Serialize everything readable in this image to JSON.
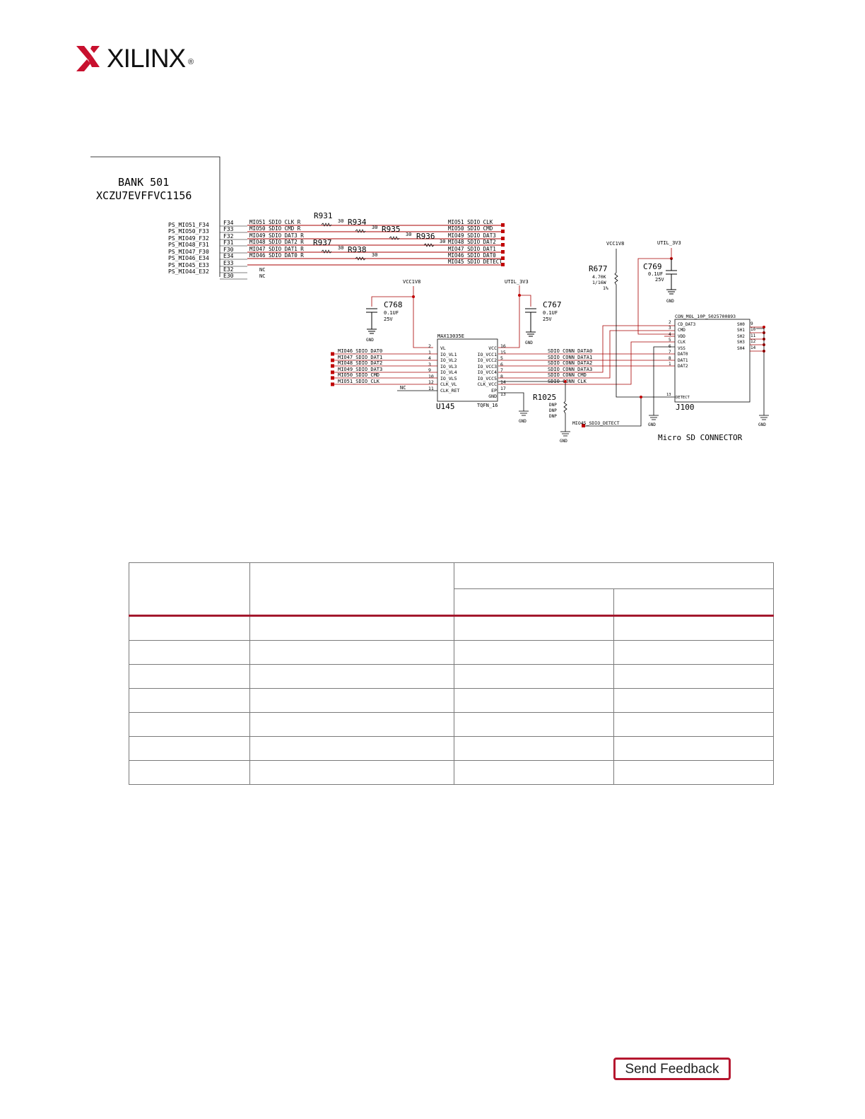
{
  "header": {
    "brand": "XILINX",
    "reg_mark": "®"
  },
  "schematic": {
    "bank_title": "BANK 501",
    "bank_part": "XCZU7EVFFVC1156",
    "ps_pins": [
      "PS_MIO51_F34",
      "PS_MIO50_F33",
      "PS_MIO49_F32",
      "PS_MIO48_F31",
      "PS_MIO47_F30",
      "PS_MIO46_E34",
      "PS_MIO45_E33",
      "PS_MIO44_E32"
    ],
    "pin_ids": [
      "F34",
      "F33",
      "F32",
      "F31",
      "F30",
      "E34",
      "E33",
      "E32",
      "E30"
    ],
    "left_nets": [
      "MIO51_SDIO_CLK_R",
      "MIO50_SDIO_CMD_R",
      "MIO49_SDIO_DAT3_R",
      "MIO48_SDIO_DAT2_R",
      "MIO47_SDIO_DAT1_R",
      "MIO46_SDIO_DAT0_R"
    ],
    "right_nets": [
      "MIO51_SDIO_CLK",
      "MIO50_SDIO_CMD",
      "MIO49_SDIO_DAT3",
      "MIO48_SDIO_DAT2",
      "MIO47_SDIO_DAT1",
      "MIO46_SDIO_DAT0",
      "MIO45_SDIO_DETECT"
    ],
    "nc": "NC",
    "resistors": [
      "R931",
      "R934",
      "R935",
      "R936",
      "R937",
      "R938"
    ],
    "res_value": "30",
    "vcc1v8": "VCC1V8",
    "util3v3": "UTIL_3V3",
    "gnd": "GND",
    "c768": {
      "ref": "C768",
      "value": "0.1UF",
      "voltage": "25V"
    },
    "c767": {
      "ref": "C767",
      "value": "0.1UF",
      "voltage": "25V"
    },
    "c769": {
      "ref": "C769",
      "value": "0.1UF",
      "voltage": "25V"
    },
    "r677": {
      "ref": "R677",
      "value": "4.70K",
      "power": "1/16W",
      "tol": "1%"
    },
    "r1025": {
      "ref": "R1025",
      "dnp": "DNP"
    },
    "u145": {
      "part": "MAX13035E",
      "ref": "U145",
      "package": "TQFN_16",
      "left_pins": [
        "VL",
        "IO_VL1",
        "IO_VL2",
        "IO_VL3",
        "IO_VL4",
        "IO_VL5",
        "CLK_VL",
        "CLK_RET"
      ],
      "left_nums": [
        "2",
        "1",
        "4",
        "3",
        "9",
        "10",
        "12",
        "11"
      ],
      "right_pins": [
        "VCC",
        "IO_VCC1",
        "IO_VCC2",
        "IO_VCC3",
        "IO_VCC4",
        "IO_VCC5",
        "CLK_VCC",
        "EP",
        "GND"
      ],
      "right_nums": [
        "16",
        "15",
        "5",
        "6",
        "7",
        "8",
        "14",
        "17",
        "13"
      ]
    },
    "u_in_nets": [
      "MIO46_SDIO_DAT0",
      "MIO47_SDIO_DAT1",
      "MIO48_SDIO_DAT2",
      "MIO49_SDIO_DAT3",
      "MIO50_SDIO_CMD",
      "MIO51_SDIO_CLK"
    ],
    "conn_nets": [
      "SDIO_CONN_DATA0",
      "SDIO_CONN_DATA1",
      "SDIO_CONN_DATA2",
      "SDIO_CONN_DATA3",
      "SDIO_CONN_CMD",
      "SDIO_CONN_CLK"
    ],
    "detect_net": "MIO45_SDIO_DETECT",
    "j100": {
      "part": "CON_MOL_10P_5025700893",
      "ref": "J100",
      "pins": [
        "CD_DAT3",
        "CMD",
        "VDD",
        "CLK",
        "VSS",
        "DAT0",
        "DAT1",
        "DAT2"
      ],
      "nums": [
        "2",
        "3",
        "4",
        "5",
        "6",
        "7",
        "8",
        "1"
      ],
      "detect": "DETECT",
      "detect_num": "13",
      "shields": [
        "SH0",
        "SH1",
        "SH2",
        "SH3",
        "SH4"
      ],
      "shield_nums": [
        "9",
        "10",
        "11",
        "12",
        "14"
      ]
    },
    "caption": "Micro SD CONNECTOR"
  },
  "footer": {
    "feedback_label": "Send Feedback"
  }
}
